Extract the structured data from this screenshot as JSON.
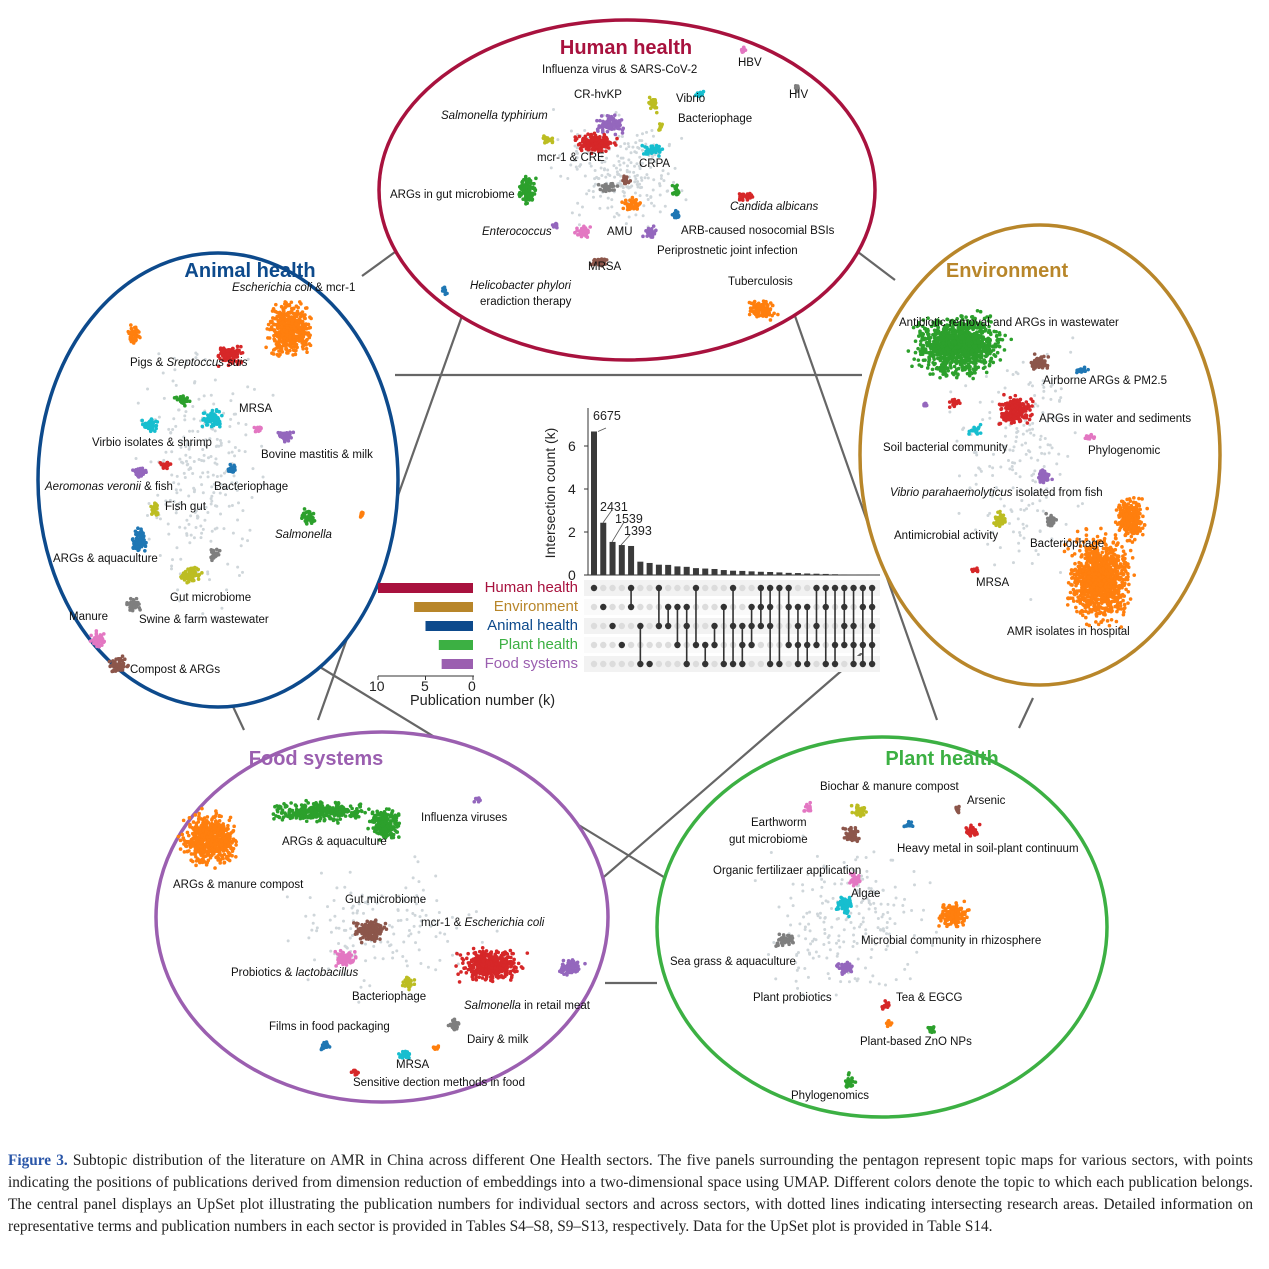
{
  "panels": {
    "human": {
      "title": "Human health",
      "color": "#a8123e",
      "labels": [
        "Influenza virus & SARS-CoV-2",
        "HBV",
        "HIV",
        "CR-hvKP",
        "Vibrio",
        "Salmonella typhirium",
        "Bacteriophage",
        "mcr-1 & CRE",
        "CRPA",
        "ARGs in gut microbiome",
        "Candida albicans",
        "Enterococcus",
        "AMU",
        "ARB-caused nosocomial BSIs",
        "Periprostnetic joint infection",
        "MRSA",
        "Helicobacter phylori",
        "eradiction therapy",
        "Tuberculosis"
      ]
    },
    "animal": {
      "title": "Animal health",
      "color": "#0d4a8c",
      "labels": [
        "Escherichia coli",
        " & mcr-1",
        "Pigs & ",
        "Sreptoccus suis",
        "MRSA",
        "Virbio isolates & shrimp",
        "Bovine mastitis & milk",
        "Aeromonas veronii",
        " & fish",
        "Bacteriophage",
        "Fish gut",
        "Salmonella",
        "ARGs & aquaculture",
        "Gut microbiome",
        "Manure",
        "Swine & farm wastewater",
        "Compost & ARGs"
      ]
    },
    "environment": {
      "title": "Environment",
      "color": "#b8862a",
      "labels": [
        "Antibiotic removal and ARGs in wastewater",
        "Airborne ARGs & PM2.5",
        "ARGs in water and sediments",
        "Soil bacterial community",
        "Phylogenomic",
        "Vibrio parahaemolyticus",
        " isolated from fish",
        "Antimicrobial activity",
        "Bacteriophage",
        "MRSA",
        "AMR isolates in hospital"
      ]
    },
    "food": {
      "title": "Food systems",
      "color": "#9b5fb0",
      "labels": [
        "Influenza viruses",
        "ARGs & aquaculture",
        "ARGs & manure compost",
        "Gut microbiome",
        "mcr-1 & ",
        "Escherichia coli",
        "Probiotics & ",
        "lactobacillus",
        "Bacteriophage",
        "Salmonella",
        " in retail meat",
        "Films in food packaging",
        "Dairy & milk",
        "MRSA",
        "Sensitive dection methods in food"
      ]
    },
    "plant": {
      "title": "Plant health",
      "color": "#3cb043",
      "labels": [
        "Biochar & manure compost",
        "Arsenic",
        "Earthworm",
        "gut microbiome",
        "Heavy metal in soil-plant continuum",
        "Organic fertilizaer application",
        "Algae",
        "Microbial community in rhizosphere",
        "Sea grass & aquaculture",
        "Plant probiotics",
        "Tea & EGCG",
        "Plant-based ZnO NPs",
        "Phylogenomics"
      ]
    }
  },
  "chart_data": {
    "type": "upset",
    "ylabel": "Intersection count (k)",
    "yticks": [
      "0",
      "2",
      "4",
      "6"
    ],
    "ylim": [
      0,
      7.5
    ],
    "xlabel_sets": "Publication number (k)",
    "set_xticks": [
      "10",
      "5",
      "0"
    ],
    "set_xlim": [
      10,
      0
    ],
    "sets": [
      {
        "name": "Human health",
        "size_k": 10.0,
        "color": "#a8123e"
      },
      {
        "name": "Environment",
        "size_k": 6.2,
        "color": "#b8862a"
      },
      {
        "name": "Animal health",
        "size_k": 5.0,
        "color": "#0d4a8c"
      },
      {
        "name": "Plant health",
        "size_k": 3.6,
        "color": "#3cb043"
      },
      {
        "name": "Food systems",
        "size_k": 3.3,
        "color": "#9b5fb0"
      }
    ],
    "intersections": [
      {
        "sets": [
          "Human health"
        ],
        "count": 6675,
        "label": "6675"
      },
      {
        "sets": [
          "Environment"
        ],
        "count": 2431,
        "label": "2431"
      },
      {
        "sets": [
          "Animal health"
        ],
        "count": 1539,
        "label": "1539"
      },
      {
        "sets": [
          "Plant health"
        ],
        "count": 1393,
        "label": "1393"
      },
      {
        "sets": [
          "Human health",
          "Environment"
        ],
        "count": 1350
      },
      {
        "sets": [
          "Animal health",
          "Food systems"
        ],
        "count": 620
      },
      {
        "sets": [
          "Food systems"
        ],
        "count": 560
      },
      {
        "sets": [
          "Human health",
          "Animal health"
        ],
        "count": 480
      },
      {
        "sets": [
          "Environment",
          "Animal health"
        ],
        "count": 470
      },
      {
        "sets": [
          "Environment",
          "Plant health"
        ],
        "count": 400
      },
      {
        "sets": [
          "Environment",
          "Animal health",
          "Food systems"
        ],
        "count": 380
      },
      {
        "sets": [
          "Human health",
          "Plant health"
        ],
        "count": 320
      },
      {
        "sets": [
          "Plant health",
          "Food systems"
        ],
        "count": 300
      },
      {
        "sets": [
          "Animal health",
          "Plant health"
        ],
        "count": 280
      },
      {
        "sets": [
          "Environment",
          "Food systems"
        ],
        "count": 230
      },
      {
        "sets": [
          "Human health",
          "Animal health",
          "Food systems"
        ],
        "count": 200
      },
      {
        "sets": [
          "Animal health",
          "Plant health",
          "Food systems"
        ],
        "count": 190
      },
      {
        "sets": [
          "Environment",
          "Animal health",
          "Plant health"
        ],
        "count": 170
      },
      {
        "sets": [
          "Human health",
          "Environment",
          "Animal health"
        ],
        "count": 150
      },
      {
        "sets": [
          "Human health",
          "Environment",
          "Animal health",
          "Food systems"
        ],
        "count": 140
      },
      {
        "sets": [
          "Human health",
          "Food systems"
        ],
        "count": 120
      },
      {
        "sets": [
          "Human health",
          "Environment",
          "Plant health"
        ],
        "count": 100
      },
      {
        "sets": [
          "Environment",
          "Animal health",
          "Plant health",
          "Food systems"
        ],
        "count": 90
      },
      {
        "sets": [
          "Environment",
          "Plant health",
          "Food systems"
        ],
        "count": 70
      },
      {
        "sets": [
          "Human health",
          "Animal health",
          "Plant health"
        ],
        "count": 60
      },
      {
        "sets": [
          "Human health",
          "Environment",
          "Food systems"
        ],
        "count": 50
      },
      {
        "sets": [
          "Human health",
          "Plant health",
          "Food systems"
        ],
        "count": 35
      },
      {
        "sets": [
          "Human health",
          "Environment",
          "Animal health",
          "Plant health"
        ],
        "count": 25
      },
      {
        "sets": [
          "Human health",
          "Animal health",
          "Plant health",
          "Food systems"
        ],
        "count": 15
      },
      {
        "sets": [
          "Human health",
          "Environment",
          "Plant health",
          "Food systems"
        ],
        "count": 10
      },
      {
        "sets": [
          "Human health",
          "Environment",
          "Animal health",
          "Plant health",
          "Food systems"
        ],
        "count": 5
      }
    ]
  },
  "caption": {
    "figure_label": "Figure 3.",
    "text": " Subtopic distribution of the literature on AMR in China across different One Health sectors. The five panels surrounding the pentagon represent topic maps for various sectors, with points indicating the positions of publications derived from dimension reduction of embeddings into a two-dimensional space using UMAP. Different colors denote the topic to which each publication belongs. The central panel displays an UpSet plot illustrating the publication numbers for individual sectors and across sectors, with dotted lines indicating intersecting research areas. Detailed information on representative terms and publication numbers in each sector is provided in Tables S4–S8, S9–S13, respectively. Data for the UpSet plot is provided in Table S14."
  }
}
